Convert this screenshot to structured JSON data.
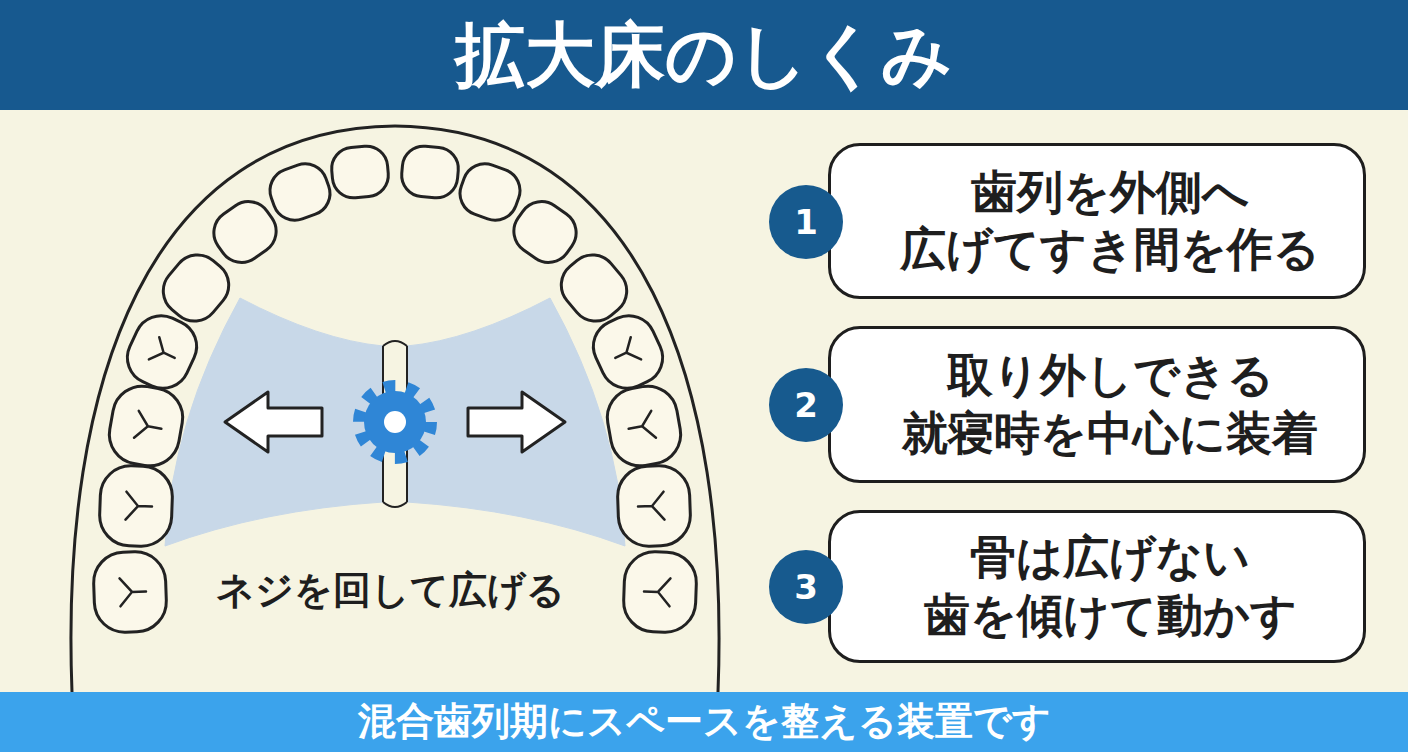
{
  "diagram": {
    "title": "拡大床のしくみ",
    "caption": "混合歯列期にスペースを整える装置です",
    "nodes": [
      {
        "text": [
          "1"
        ]
      },
      {
        "text": [
          "歯列を外側へ 広げてすき間を作る"
        ]
      },
      {
        "text": [
          "2"
        ]
      },
      {
        "text": [
          "取り外しできる 就寝時を中心に装着"
        ]
      },
      {
        "text": [
          "3"
        ]
      },
      {
        "text": [
          "骨は広げない 歯を傾けて動かす"
        ]
      }
    ],
    "labels": [
      "ネジを回して広げる"
    ]
  }
}
